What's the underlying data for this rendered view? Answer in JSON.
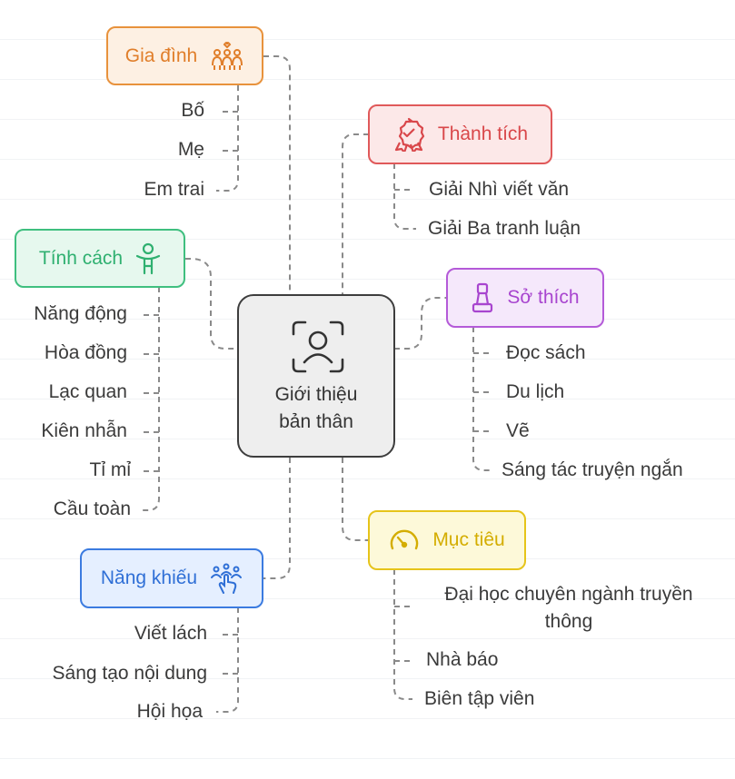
{
  "center": {
    "title_line1": "Giới thiệu",
    "title_line2": "bản thân",
    "icon": "person-scan-icon"
  },
  "branches": {
    "family": {
      "label": "Gia đình",
      "icon": "family-icon",
      "color": "#e8923c",
      "fill": "#fdf0e3",
      "items": [
        "Bố",
        "Mẹ",
        "Em trai"
      ]
    },
    "achievements": {
      "label": "Thành tích",
      "icon": "award-medal-icon",
      "color": "#e0595a",
      "fill": "#fce8e8",
      "items": [
        "Giải Nhì viết văn",
        "Giải Ba tranh luận"
      ]
    },
    "personality": {
      "label": "Tính cách",
      "icon": "person-standing-icon",
      "color": "#3fbf7f",
      "fill": "#e6f8ee",
      "items": [
        "Năng động",
        "Hòa đồng",
        "Lạc quan",
        "Kiên nhẫn",
        "Tỉ mỉ",
        "Cầu toàn"
      ]
    },
    "hobbies": {
      "label": "Sở thích",
      "icon": "chess-pawn-icon",
      "color": "#b45ad8",
      "fill": "#f5e8fb",
      "items": [
        "Đọc sách",
        "Du lịch",
        "Vẽ",
        "Sáng tác truyện ngắn"
      ]
    },
    "goals": {
      "label": "Mục tiêu",
      "icon": "gauge-icon",
      "color": "#e6c41a",
      "fill": "#fdf9d9",
      "items": [
        "Đại học chuyên ngành truyền thông",
        "Nhà báo",
        "Biên tập viên"
      ]
    },
    "talents": {
      "label": "Năng khiếu",
      "icon": "hand-pointer-people-icon",
      "color": "#3b7be0",
      "fill": "#e5efff",
      "items": [
        "Viết lách",
        "Sáng tạo nội dung",
        "Hội họa"
      ]
    }
  }
}
